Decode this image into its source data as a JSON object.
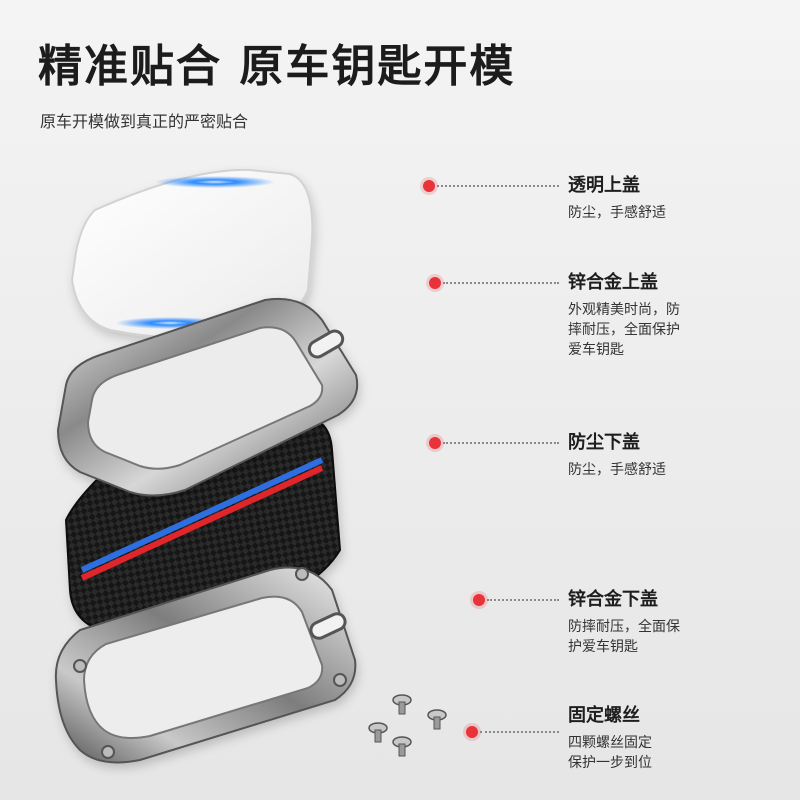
{
  "header": {
    "title": "精准贴合 原车钥匙开模",
    "subtitle": "原车开模做到真正的严密贴合"
  },
  "parts": [
    {
      "name": "透明上盖",
      "desc": [
        "防尘，手感舒适"
      ]
    },
    {
      "name": "锌合金上盖",
      "desc": [
        "外观精美时尚，防",
        "摔耐压，全面保护",
        "爱车钥匙"
      ]
    },
    {
      "name": "防尘下盖",
      "desc": [
        "防尘，手感舒适"
      ]
    },
    {
      "name": "锌合金下盖",
      "desc": [
        "防摔耐压，全面保",
        "护爱车钥匙"
      ]
    },
    {
      "name": "固定螺丝",
      "desc": [
        "四颗螺丝固定",
        "保护一步到位"
      ]
    }
  ],
  "colors": {
    "accent_dot": "#e8333a",
    "stripe_blue": "#2d6fe0",
    "stripe_red": "#e0262b",
    "glow_blue": "#2e8bff"
  }
}
